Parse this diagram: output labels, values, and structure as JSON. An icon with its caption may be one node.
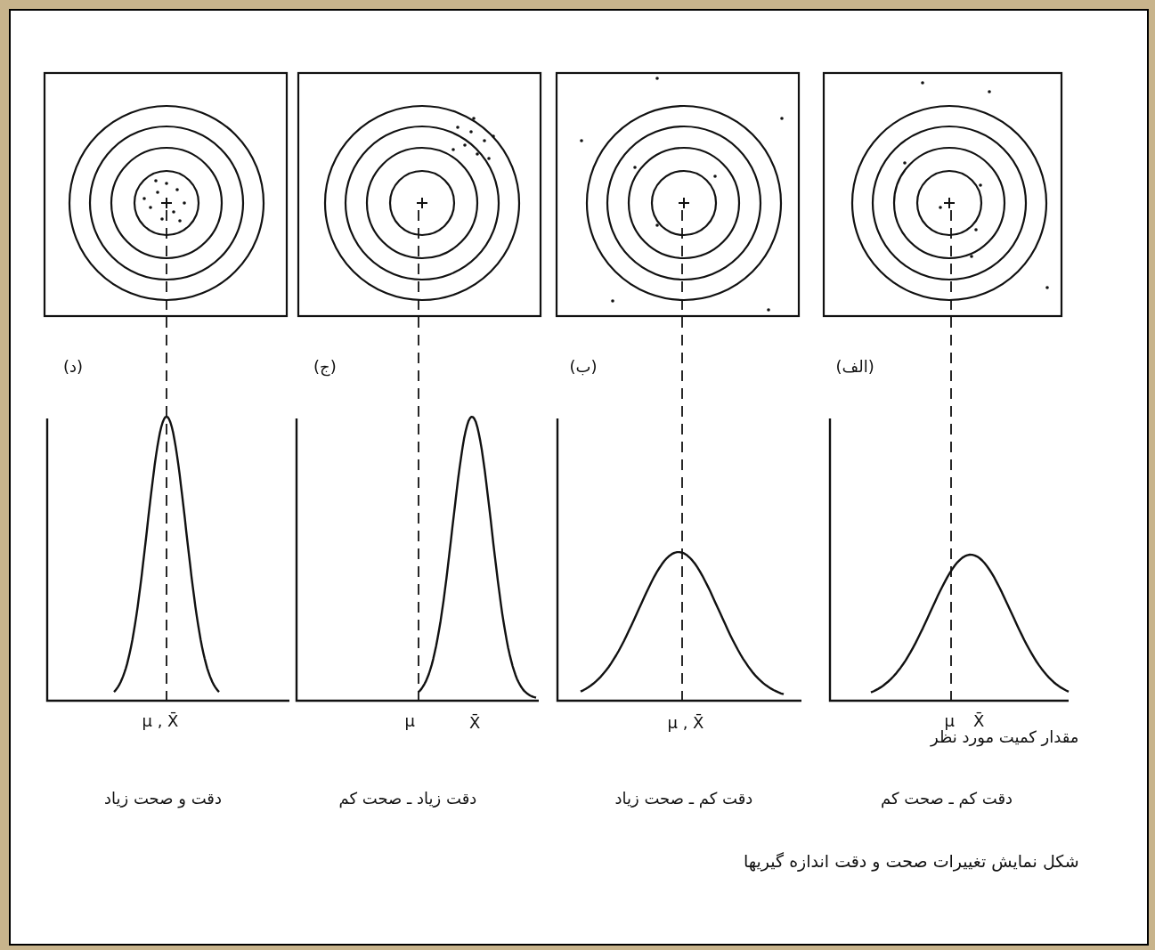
{
  "diagram": {
    "caption": "شکل نمایش تغییرات صحت و دقت اندازه گیریها",
    "labels": [
      "(الف)",
      "(ب)",
      "(ج)",
      "(د)",
      "مقدار کمیت مورد نظر",
      "X̄",
      "μ",
      "μ , X̄",
      "X̄",
      "μ",
      "μ , X̄",
      "دقت کم ـ صحت کم",
      "دقت کم ـ صحت زیاد",
      "دقت زیاد ـ صحت کم",
      "دقت و صحت زیاد"
    ]
  }
}
